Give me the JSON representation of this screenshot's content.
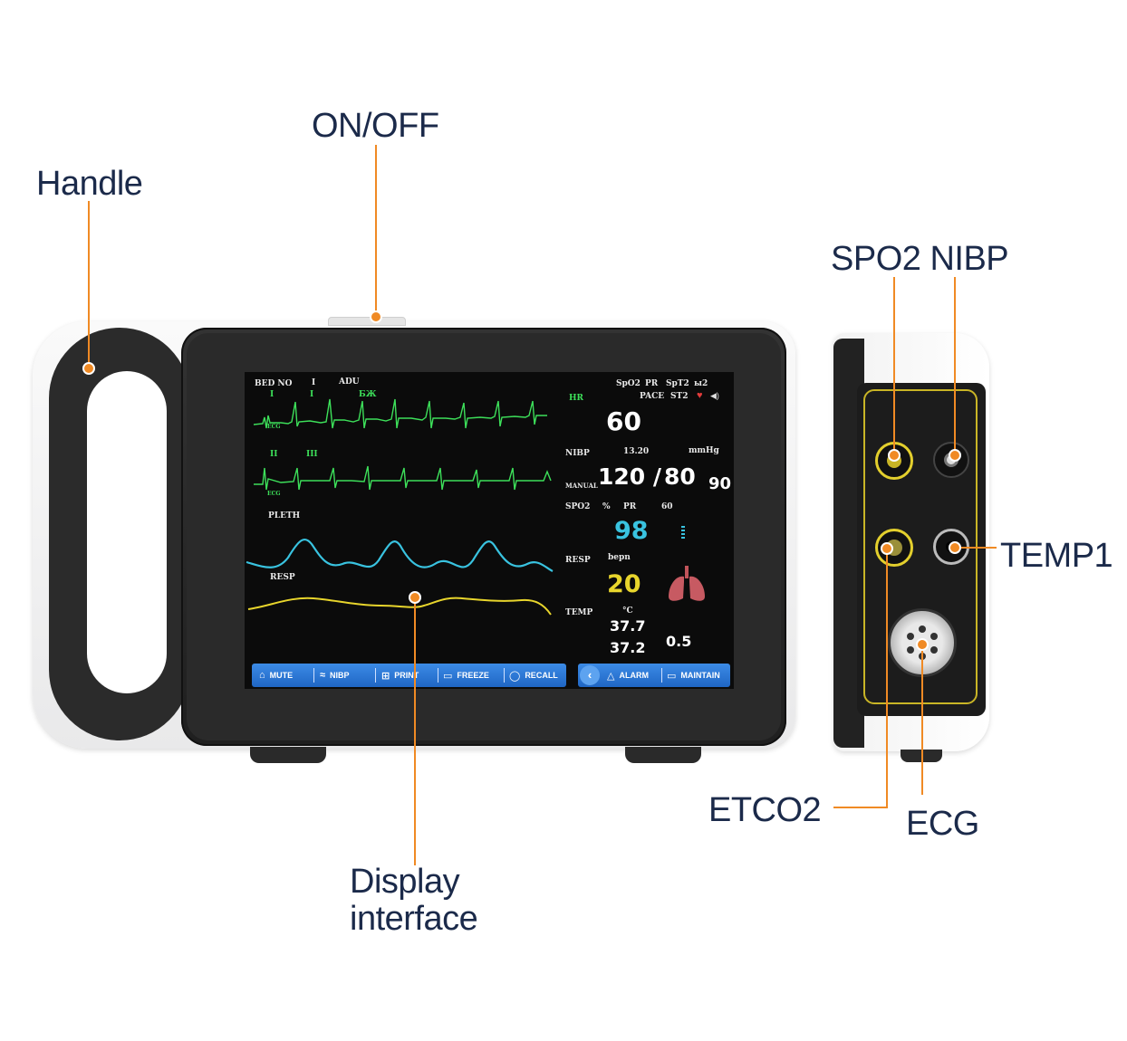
{
  "callouts": {
    "handle": "Handle",
    "onoff": "ON/OFF",
    "spo2_nibp": "SPO2 NIBP",
    "temp1": "TEMP1",
    "etco2": "ETCO2",
    "ecg": "ECG",
    "display_line1": "Display",
    "display_line2": "interface"
  },
  "screen": {
    "header": {
      "bed": "BED NO",
      "lead": "I",
      "mode": "ADU"
    },
    "ecg1": {
      "lead": "I",
      "gain": "I",
      "label": "ECG",
      "filter": "БЖ"
    },
    "ecg2": {
      "lead_a": "II",
      "lead_b": "III",
      "label": "ECG"
    },
    "pleth_label": "PLETH",
    "resp_label": "RESP",
    "top_right": {
      "spo2": "SpO2",
      "pr": "PR",
      "spt2": "SpT2",
      "unit": "ы2",
      "pace": "PACE",
      "st2": "ST2"
    },
    "hr": {
      "label": "HR",
      "value": "60"
    },
    "nibp": {
      "label": "NIBP",
      "time": "13.20",
      "unit": "mmHg",
      "mode": "MANUAL",
      "sys": "120 /",
      "dia": "80",
      "map": "90"
    },
    "spo2": {
      "label": "SPO2",
      "unit": "%",
      "pr_label": "PR",
      "pr_value": "60",
      "value": "98"
    },
    "resp": {
      "label": "RESP",
      "unit": "bepn",
      "value": "20"
    },
    "temp": {
      "label": "TEMP",
      "unit": "°C",
      "t1": "37.7",
      "t2": "37.2",
      "delta": "0.5"
    },
    "buttons": {
      "mute": "MUTE",
      "nibp": "NIBP",
      "print": "PRINT",
      "freeze": "FREEZE",
      "recall": "RECALL",
      "alarm": "ALARM",
      "maintain": "MAINTAIN"
    }
  },
  "colors": {
    "accent": "#f08a24",
    "callout_text": "#1b2a4a",
    "ecg": "#3de05a",
    "pleth": "#39c3e0",
    "resp": "#e8d52c",
    "button_bar": "#2a78d8"
  }
}
